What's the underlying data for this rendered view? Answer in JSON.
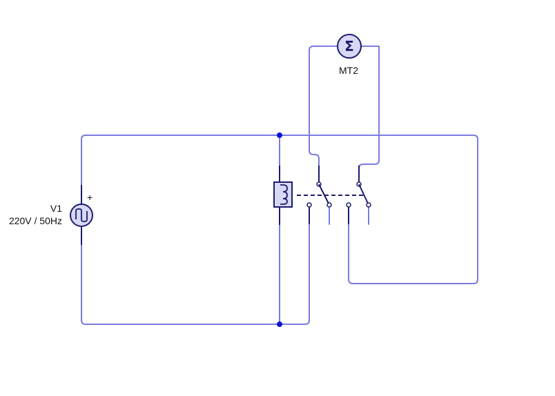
{
  "source": {
    "name": "V1",
    "rating": "220V / 50Hz",
    "polarity": "+"
  },
  "motor": {
    "name": "MT2",
    "symbol": "Σ"
  },
  "colors": {
    "wire": "#7b7be0",
    "component": "#1a1a6e",
    "node": "#0a14d8",
    "fill": "#d8d8f4"
  }
}
